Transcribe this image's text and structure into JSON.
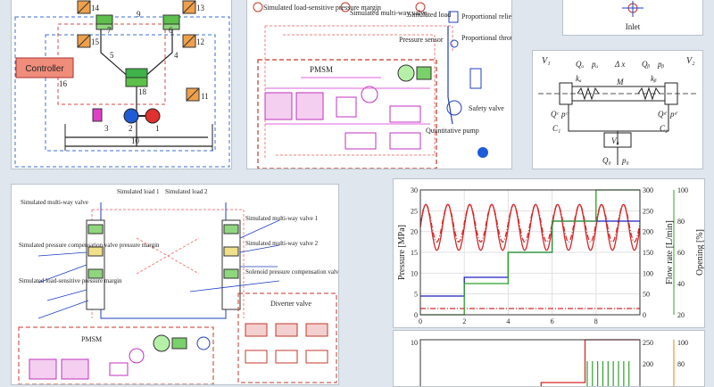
{
  "panel1": {
    "numbers": [
      "14",
      "9",
      "13",
      "15",
      "7",
      "6",
      "12",
      "5",
      "4",
      "16",
      "18",
      "11",
      "3",
      "2",
      "1",
      "10"
    ],
    "controller": "Controller"
  },
  "panel2": {
    "labels": {
      "lsm": "Simulated load-sensitive pressure margin",
      "smv": "Simulated multi-way valve",
      "sload": "Simulated load",
      "prv": "Proportional relief valve",
      "ptv": "Proportional throttle valve",
      "ps": "Pressure sensor",
      "pmsm": "PMSM",
      "sv": "Safety valve",
      "qp": "Quantitative pump"
    }
  },
  "panel3": {
    "inlet": "Inlet"
  },
  "panel4": {
    "symbols": {
      "v1": "V₁",
      "v2": "V₂",
      "qa": "Qₐ",
      "pa": "pₐ",
      "dx": "Δ x",
      "qb": "Qᵦ",
      "pb": "pᵦ",
      "ka": "kₐ",
      "m": "M",
      "kb": "kᵦ",
      "qc": "Qᶜ",
      "pc": "pᶜ",
      "c1": "C₁",
      "qd": "Qᵈ",
      "pd": "pᵈ",
      "c2": "C₂",
      "v0": "V₀",
      "q0": "Q₀",
      "p0": "p₀"
    }
  },
  "panel5": {
    "labels": {
      "sl1": "Simulated load 1",
      "sl2": "Simulated load 2",
      "smv": "Simulated multi-way valve",
      "smv1": "Simulated multi-way valve 1",
      "spc": "Simulated pressure compensation valve pressure margin",
      "smv2": "Simulated multi-way valve 2",
      "slsm": "Simulated load-sensitive pressure margin",
      "spcv": "Solenoid pressure compensation valve",
      "dv": "Diverter valve",
      "pmsm": "PMSM"
    }
  },
  "chart_data": [
    {
      "type": "line",
      "ylabel_left": "Pressure [MPa]",
      "ylabel_right1": "Flow rate [L/min]",
      "ylabel_right2": "Opening [%]",
      "x_ticks": [
        "0",
        "2",
        "4",
        "6",
        "8"
      ],
      "y_left_ticks": [
        "0",
        "5",
        "10",
        "15",
        "20",
        "25",
        "30"
      ],
      "y_right1_ticks": [
        "0",
        "50",
        "100",
        "150",
        "200",
        "250",
        "300"
      ],
      "y_right2_ticks": [
        "20",
        "40",
        "60",
        "80",
        "100"
      ],
      "xlim": [
        0,
        10
      ],
      "ylim_left": [
        0,
        30
      ],
      "ylim_right1": [
        0,
        300
      ],
      "ylim_right2": [
        20,
        100
      ],
      "series": [
        {
          "color": "#d62728",
          "axis": "left",
          "kind": "sine",
          "mean": 21,
          "amp": 5.5,
          "period": 1.0,
          "style": "solid"
        },
        {
          "color": "#d62728",
          "axis": "left",
          "kind": "sine",
          "mean": 22,
          "amp": 4.5,
          "period": 1.0,
          "style": "dashdot"
        },
        {
          "color": "#d62728",
          "axis": "left",
          "kind": "const",
          "value": 1.5,
          "style": "dashdot"
        },
        {
          "color": "#1f1fbf",
          "axis": "right1",
          "kind": "step",
          "x": [
            0,
            2,
            4,
            6,
            8,
            10
          ],
          "y": [
            45,
            90,
            150,
            225,
            225,
            225
          ]
        },
        {
          "color": "#2ca02c",
          "axis": "right2",
          "kind": "step",
          "x": [
            0,
            2,
            4,
            6,
            8,
            10
          ],
          "y": [
            20,
            40,
            60,
            80,
            100,
            100
          ]
        }
      ]
    },
    {
      "type": "line",
      "y_left_ticks": [
        "10"
      ],
      "y_right1_ticks": [
        "250",
        "200"
      ],
      "y_right2_ticks": [
        "100",
        "80"
      ],
      "xlim": [
        0,
        10
      ],
      "series": [
        {
          "color": "#d62728",
          "kind": "step",
          "x": [
            0,
            5.5,
            5.5,
            6.8,
            6.8,
            7.5,
            7.5,
            10
          ],
          "y": [
            0,
            0,
            20,
            20,
            20,
            20,
            100,
            100
          ]
        },
        {
          "color": "#2ca02c",
          "kind": "pulses",
          "x_start": 7.6,
          "x_end": 9.5,
          "count": 9
        }
      ]
    }
  ]
}
